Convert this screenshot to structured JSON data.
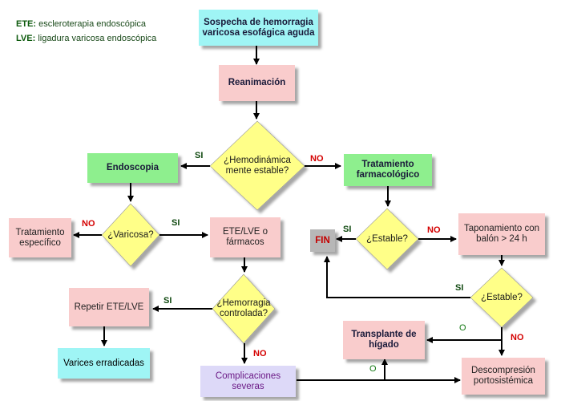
{
  "legend": [
    {
      "abbr": "ETE:",
      "text": "escleroterapia endoscópica"
    },
    {
      "abbr": "LVE:",
      "text": "ligadura varicosa endoscópica"
    }
  ],
  "nodes": {
    "sospecha": "Sospecha de hemorragia varicosa esofágica aguda",
    "reanimacion": "Reanimación",
    "hemodinamica": "¿Hemodinámica mente estable?",
    "endoscopia": "Endoscopia",
    "tratamiento_farmacologico": "Tratamiento farmacológico",
    "varicosa": "¿Varicosa?",
    "tratamiento_especifico": "Tratamiento específico",
    "ete_lve": "ETE/LVE o fármacos",
    "estable1": "¿Estable?",
    "fin": "FIN",
    "taponamiento": "Taponamiento con balón > 24 h",
    "estable2": "¿Estable?",
    "hemorragia_controlada": "¿Hemorragia controlada?",
    "repetir": "Repetir ETE/LVE",
    "varices_erradicadas": "Varices erradicadas",
    "transplante": "Transplante de hígado",
    "complicaciones": "Complicaciones severas",
    "descompresion": "Descompresión portosistémica"
  },
  "edge_labels": {
    "si_hemo": "SI",
    "no_hemo": "NO",
    "no_varicosa": "NO",
    "si_varicosa": "SI",
    "si_estable1": "SI",
    "no_estable1": "NO",
    "si_estable2": "SI",
    "no_estable2": "NO",
    "si_hemorragia": "SI",
    "no_hemorragia": "NO",
    "o_transplante": "O",
    "o_complicaciones": "O"
  },
  "colors": {
    "cyan": "#9ff5f5",
    "pink": "#f9cccc",
    "green": "#8eef8e",
    "lavender": "#ddd9f8",
    "gray": "#b7b7b7",
    "diamond": "#ffff88",
    "si_label": "#114a11",
    "no_label": "#d40000"
  }
}
